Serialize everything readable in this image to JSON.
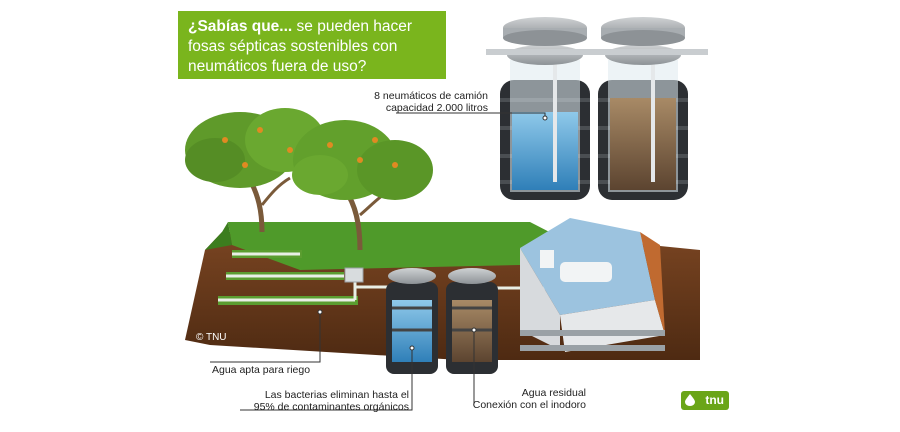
{
  "title": {
    "lead": "¿Sabías que...",
    "rest": " se pueden hacer fosas sépticas sostenibles con neumáticos fuera de uso?"
  },
  "labels": {
    "tires": "8 neumáticos de camión",
    "capacity": "capacidad 2.000 litros",
    "irrigation": "Agua apta para riego",
    "bacteria_1": "Las bacterias eliminan hasta el",
    "bacteria_2": "95% de contaminantes orgánicos",
    "wastewater_1": "Agua residual",
    "wastewater_2": "Conexión con el inodoro"
  },
  "copyright": "© TNU",
  "logo_text": "tnu",
  "colors": {
    "brand_green": "#7ab51d",
    "grass": "#4f9a2a",
    "soil": "#6b3a1d",
    "clean_water": "#5aa7d8",
    "waste_water": "#8a6a48",
    "tire": "#2c2f33"
  }
}
